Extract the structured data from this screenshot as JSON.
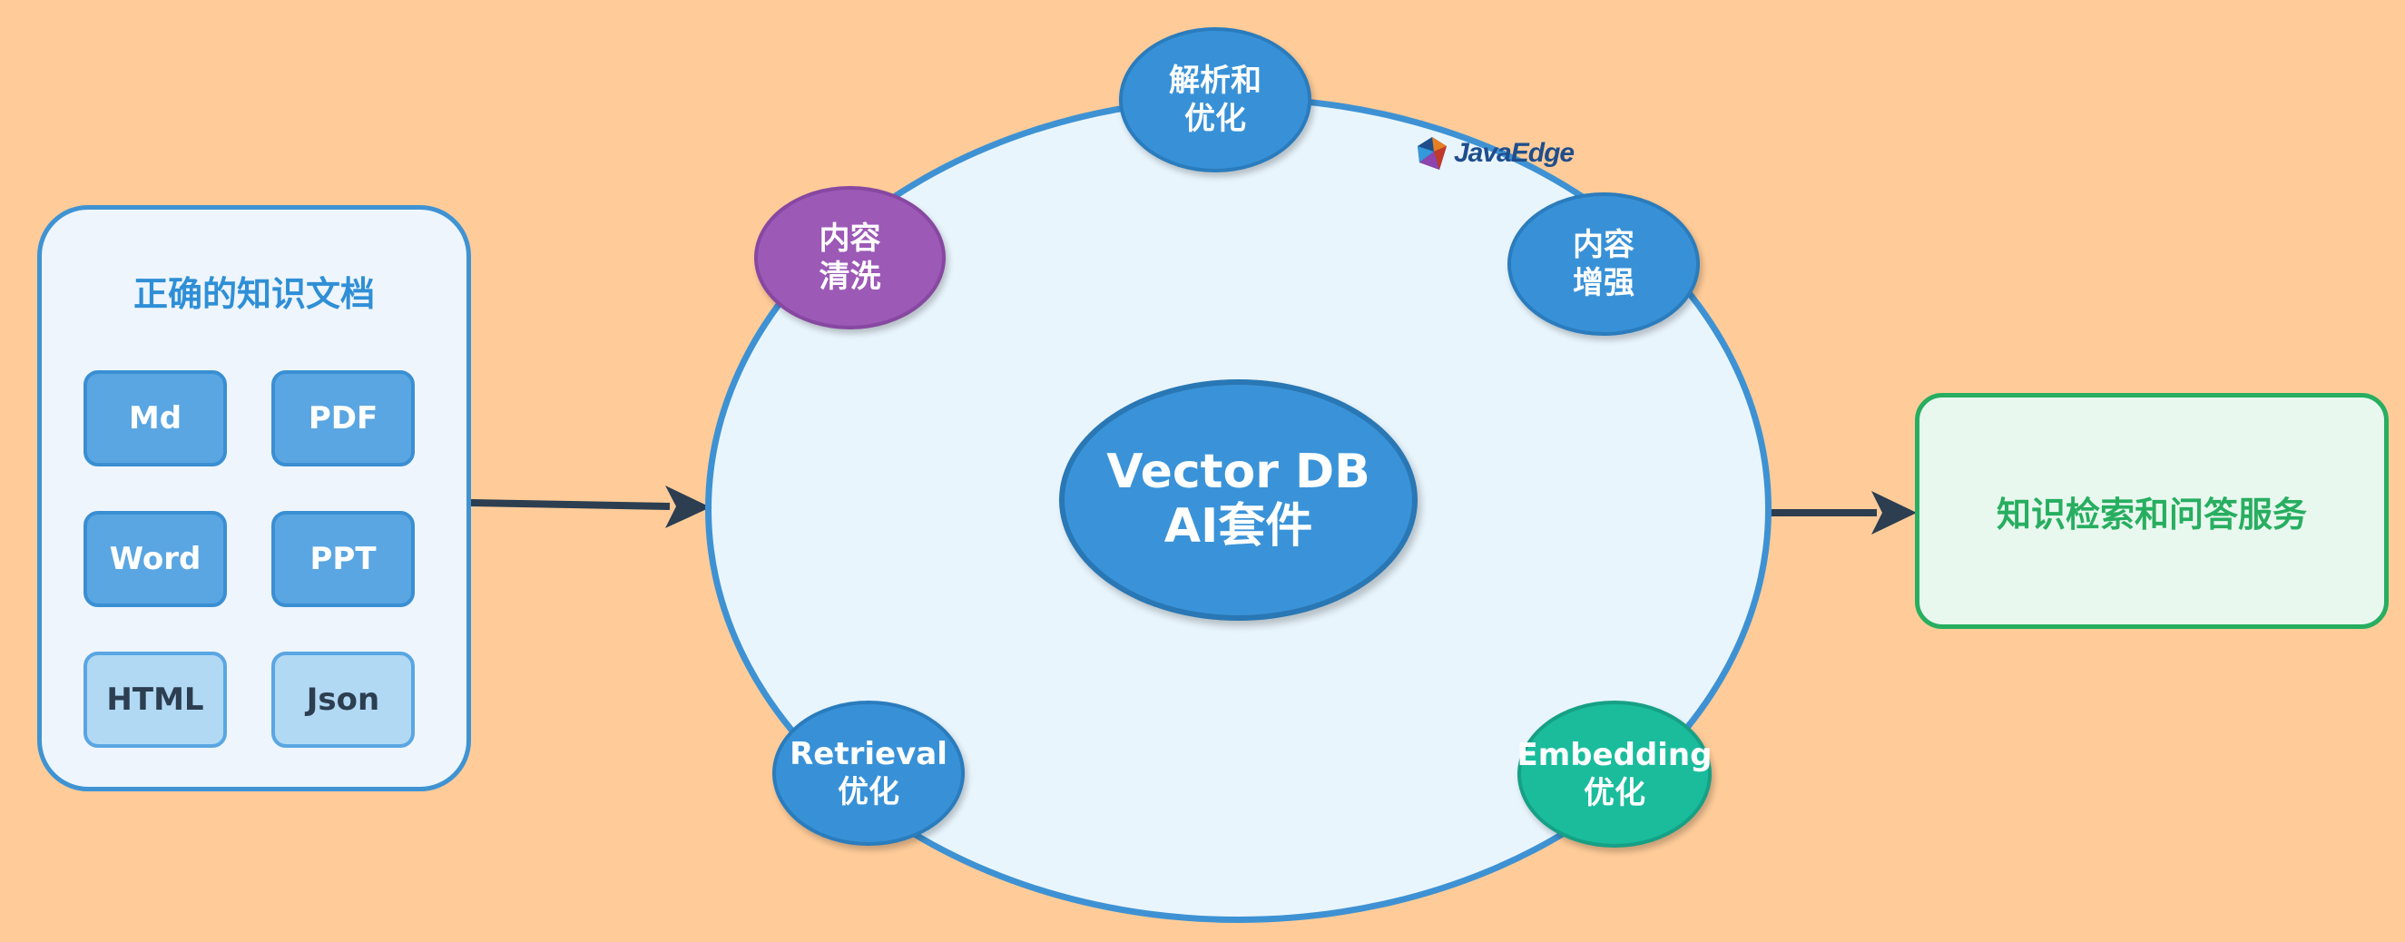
{
  "docs_panel": {
    "title": "正确的知识文档",
    "formats": [
      "Md",
      "PDF",
      "Word",
      "PPT",
      "HTML",
      "Json"
    ]
  },
  "core": {
    "line1": "Vector DB",
    "line2": "AI套件"
  },
  "nodes": {
    "parse": [
      "解析和",
      "优化"
    ],
    "clean": [
      "内容",
      "清洗"
    ],
    "enhance": [
      "内容",
      "增强"
    ],
    "retrieval": [
      "Retrieval",
      "优化"
    ],
    "embedding": [
      "Embedding",
      "优化"
    ]
  },
  "service": "知识检索和问答服务",
  "logo": "JavaEdge",
  "colors": {
    "background": "#ffcc99",
    "primary_blue": "#3891d7",
    "purple": "#9c59b6",
    "teal": "#1abc9c",
    "green": "#27ae60",
    "arrow": "#2c3e50"
  }
}
